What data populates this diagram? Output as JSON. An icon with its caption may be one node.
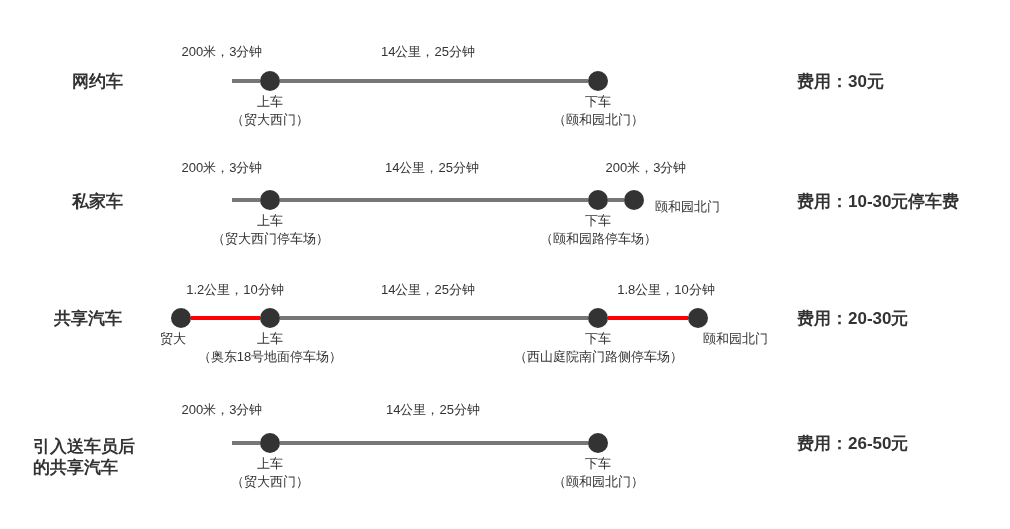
{
  "diagram": {
    "nodes": [
      {
        "text": [],
        "shape": "circle",
        "beside": [
          "上车",
          "（贸大西门）"
        ]
      },
      {
        "text": [],
        "shape": "circle",
        "beside": [
          "下车",
          "（颐和园北门）"
        ]
      },
      {
        "text": [],
        "shape": "circle",
        "beside": [
          "上车",
          "（贸大西门停车场）"
        ]
      },
      {
        "text": [],
        "shape": "circle",
        "beside": [
          "下车",
          "（颐和园路停车场）"
        ]
      },
      {
        "text": [],
        "shape": "circle",
        "beside": [
          "颐和园北门"
        ]
      },
      {
        "text": [],
        "shape": "circle",
        "beside": [
          "贸大"
        ]
      },
      {
        "text": [],
        "shape": "circle",
        "beside": [
          "上车",
          "（奥东18号地面停车场）"
        ]
      },
      {
        "text": [],
        "shape": "circle",
        "beside": [
          "下车",
          "（西山庭院南门路侧停车场）"
        ]
      },
      {
        "text": [],
        "shape": "circle",
        "beside": [
          "颐和园北门"
        ]
      },
      {
        "text": [],
        "shape": "circle",
        "beside": [
          "上车",
          "（贸大西门）"
        ]
      },
      {
        "text": [],
        "shape": "circle",
        "beside": [
          "下车",
          "（颐和园北门）"
        ]
      }
    ],
    "edges": [
      {
        "from": null,
        "to": 0,
        "arrow": "none",
        "label": "200米，3分钟"
      },
      {
        "from": 0,
        "to": 1,
        "arrow": "none",
        "label": "14公里，25分钟"
      },
      {
        "from": null,
        "to": 2,
        "arrow": "none",
        "label": "200米，3分钟"
      },
      {
        "from": 2,
        "to": 3,
        "arrow": "none",
        "label": "14公里，25分钟"
      },
      {
        "from": 3,
        "to": 4,
        "arrow": "none",
        "label": "200米，3分钟"
      },
      {
        "from": 5,
        "to": 6,
        "arrow": "none",
        "label": "1.2公里，10分钟",
        "color": "#ff0000"
      },
      {
        "from": 6,
        "to": 7,
        "arrow": "none",
        "label": "14公里，25分钟"
      },
      {
        "from": 7,
        "to": 8,
        "arrow": "none",
        "label": "1.8公里，10分钟",
        "color": "#ff0000"
      },
      {
        "from": null,
        "to": 9,
        "arrow": "none",
        "label": "200米，3分钟"
      },
      {
        "from": 9,
        "to": 10,
        "arrow": "none",
        "label": "14公里，25分钟"
      }
    ],
    "labels": [
      "网约车",
      "费用：30元",
      "私家车",
      "费用：10-30元停车费",
      "共享汽车",
      "费用：20-30元",
      "引入送车员后的共享汽车",
      "费用：26-50元"
    ]
  }
}
